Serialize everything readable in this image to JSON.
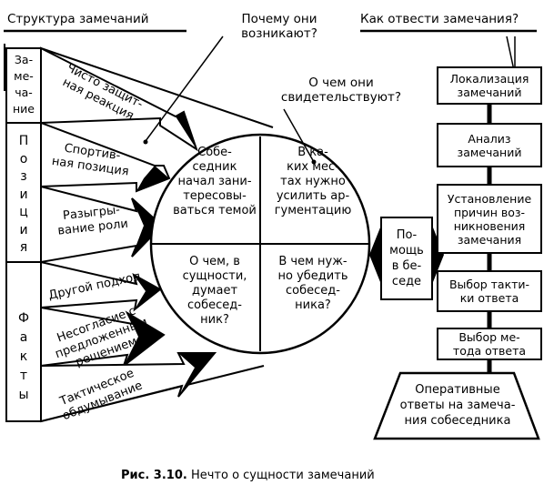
{
  "headings": {
    "structure": "Структура замечаний",
    "why": "Почему они\nвозникают?",
    "how": "Как отвести замечания?",
    "indicate": "О чем они\nсвидетельствуют?"
  },
  "left_column": {
    "top": "За-\nме-\nча-\nние",
    "middle": "П\nо\nз\nи\nц\nи\nя",
    "bottom": "Ф\nа\nк\nт\nы"
  },
  "wedges": [
    "Чисто защит-\nная реакция",
    "Спортив-\nная позиция",
    "Разыгры-\nвание роли",
    "Другой подход",
    "Несогласие с\nпредложенным\nрешением",
    "Тактическое\nобдумывание"
  ],
  "circle": {
    "top_left": "Собе-\nседник\nначал зани-\nтересовы-\nваться темой",
    "top_right": "В ка-\nких мес-\nтах нужно\nусилить ар-\nгументацию",
    "bottom_left": "О чем, в\nсущности,\nдумает\nсобесед-\nник?",
    "bottom_right": "В чем нуж-\nно убедить\nсобесед-\nника?"
  },
  "help": "По-\nмощь\nв бе-\nседе",
  "steps": [
    "Локализация\nзамечаний",
    "Анализ\nзамечаний",
    "Установление\nпричин воз-\nникновения\nзамечания",
    "Выбор такти-\nки ответа",
    "Выбор ме-\nтода ответа"
  ],
  "final": "Оперативные\nответы на замеча-\nния собеседника",
  "caption": {
    "bold": "Рис. 3.10.",
    "text": " Нечто о сущности замечаний"
  }
}
